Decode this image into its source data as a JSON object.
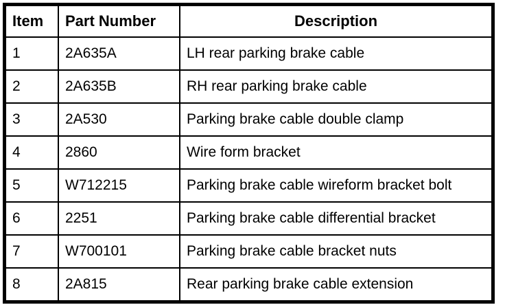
{
  "table": {
    "headers": [
      "Item",
      "Part Number",
      "Description"
    ],
    "rows": [
      {
        "item": "1",
        "part_number": "2A635A",
        "description": "LH rear parking brake cable"
      },
      {
        "item": "2",
        "part_number": "2A635B",
        "description": "RH rear parking brake cable"
      },
      {
        "item": "3",
        "part_number": "2A530",
        "description": "Parking brake cable double clamp"
      },
      {
        "item": "4",
        "part_number": "2860",
        "description": "Wire form bracket"
      },
      {
        "item": "5",
        "part_number": "W712215",
        "description": "Parking brake cable wireform bracket bolt"
      },
      {
        "item": "6",
        "part_number": "2251",
        "description": "Parking brake cable differential bracket"
      },
      {
        "item": "7",
        "part_number": "W700101",
        "description": "Parking brake cable bracket nuts"
      },
      {
        "item": "8",
        "part_number": "2A815",
        "description": "Rear parking brake cable extension"
      }
    ],
    "border_color": "#000000",
    "background_color": "#ffffff"
  }
}
